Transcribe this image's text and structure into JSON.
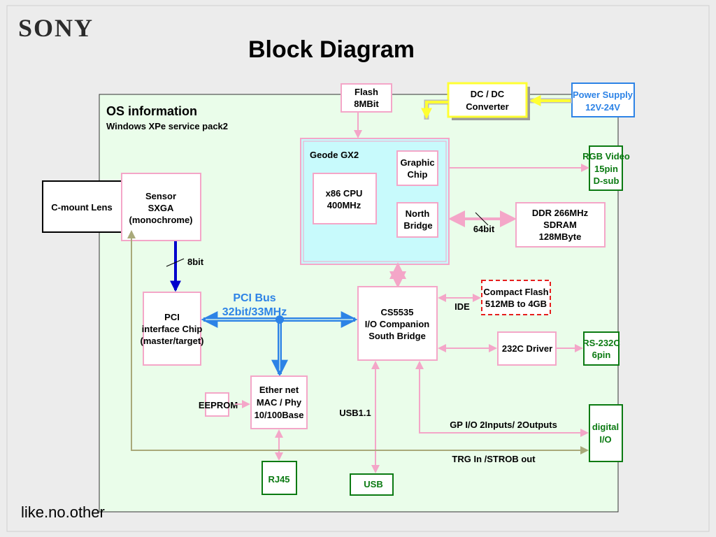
{
  "header": {
    "logo": "SONY",
    "title": "Block Diagram",
    "slogan": "like.no.other"
  },
  "os_info": {
    "title": "OS information",
    "subtitle": "Windows XPe service pack2"
  },
  "blocks": {
    "flash": [
      "Flash",
      "8MBit"
    ],
    "dcdc": [
      "DC / DC",
      "Converter"
    ],
    "power_supply": [
      "Power Supply",
      "12V-24V"
    ],
    "geode": "Geode GX2",
    "graphic_chip": [
      "Graphic",
      "Chip"
    ],
    "x86_cpu": [
      "x86 CPU",
      "400MHz"
    ],
    "north_bridge": [
      "North",
      "Bridge"
    ],
    "rgb_video": [
      "RGB Video",
      "15pin",
      "D-sub"
    ],
    "ddr": [
      "DDR 266MHz",
      "SDRAM",
      "128MByte"
    ],
    "cmount_lens": "C-mount Lens",
    "sensor": [
      "Sensor",
      "SXGA",
      "(monochrome)"
    ],
    "compact_flash": [
      "Compact Flash",
      "512MB to 4GB"
    ],
    "pci_interface": [
      "PCI",
      "interface Chip",
      "(master/target)"
    ],
    "cs5535": [
      "CS5535",
      "I/O Companion",
      "South Bridge"
    ],
    "driver_232c": "232C Driver",
    "rs232c": [
      "RS-232C",
      "6pin"
    ],
    "ethernet": [
      "Ether net",
      "MAC / Phy",
      "10/100Base"
    ],
    "eeprom": "EEPROM",
    "digital_io": [
      "digital",
      "I/O"
    ],
    "rj45": "RJ45",
    "usb": "USB"
  },
  "labels": {
    "bit64": "64bit",
    "bit8": "8bit",
    "ide": "IDE",
    "pci_bus": [
      "PCI Bus",
      "32bit/33MHz"
    ],
    "usb11": "USB1.1",
    "gpio": "GP I/O 2Inputs/ 2Outputs",
    "trg": "TRG In /STROB out"
  },
  "colors": {
    "board_fill": "#eafdea",
    "geode_fill": "#c8fafc",
    "pink": "#f4a6c8",
    "blue_bus": "#2d83e6",
    "green_border": "#0b7a12",
    "yellow": "#ffff33",
    "dark_blue": "#0000cc",
    "olive": "#a9a97a"
  }
}
